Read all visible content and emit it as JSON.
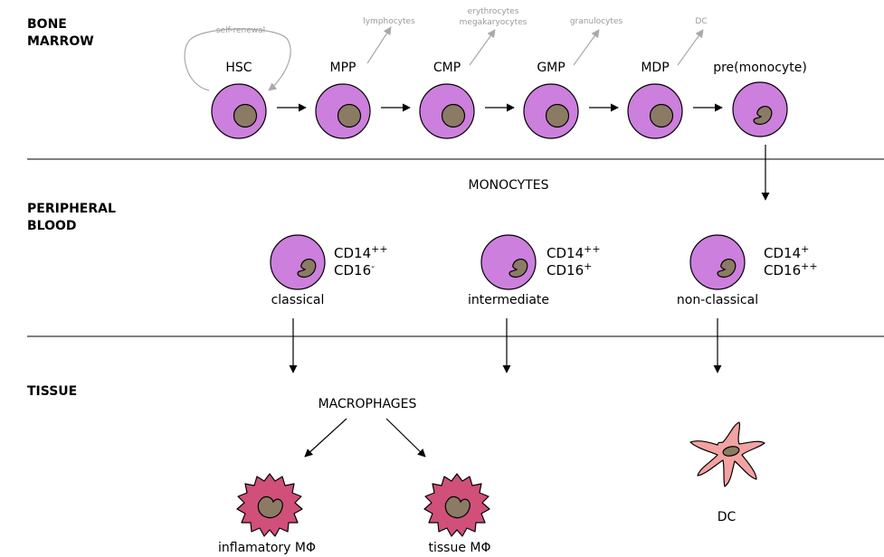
{
  "sections": {
    "bone_marrow": [
      "BONE",
      "MARROW"
    ],
    "peripheral_blood": [
      "PERIPHERAL",
      "BLOOD"
    ],
    "tissue": "TISSUE"
  },
  "marrow": {
    "self_renewal": "self-renewal",
    "stages": [
      "HSC",
      "MPP",
      "CMP",
      "GMP",
      "MDP",
      "pre(monocyte)"
    ],
    "branches": {
      "lymphocytes": "lymphocytes",
      "erythro": [
        "erythrocytes",
        "megakaryocytes"
      ],
      "granulocytes": "granulocytes",
      "dc": "DC"
    }
  },
  "blood": {
    "title": "MONOCYTES",
    "monocytes": [
      {
        "label": "classical",
        "m1": "CD14",
        "s1": "++",
        "m2": "CD16",
        "s2": "-"
      },
      {
        "label": "intermediate",
        "m1": "CD14",
        "s1": "++",
        "m2": "CD16",
        "s2": "+"
      },
      {
        "label": "non-classical",
        "m1": "CD14",
        "s1": "+",
        "m2": "CD16",
        "s2": "++"
      }
    ]
  },
  "tissue": {
    "macrophages": "MACROPHAGES",
    "inflammatory": "inflamatory MΦ",
    "tissue_mf": "tissue MΦ",
    "dc": "DC"
  },
  "colors": {
    "cell": "#cc7fdd",
    "nucleus": "#8c7b64",
    "macrophage": "#d0507a",
    "dc_cell": "#f3a2a2",
    "branch": "#a8a8a8"
  }
}
